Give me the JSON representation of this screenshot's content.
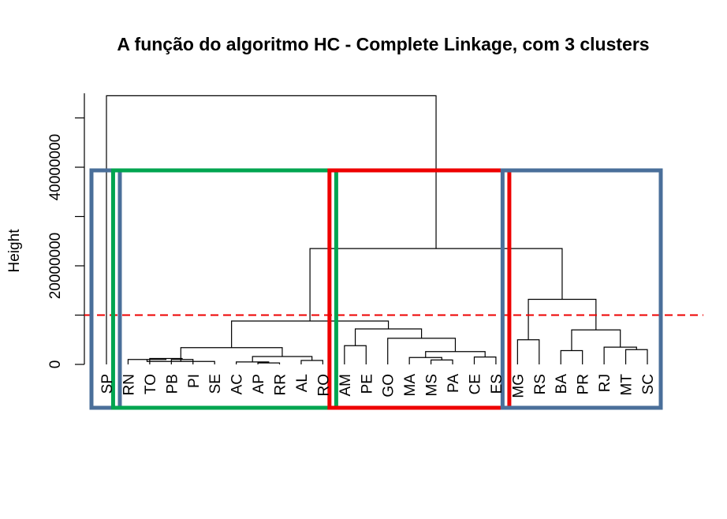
{
  "chart_data": {
    "type": "dendrogram",
    "title": "A função do algoritmo HC - Complete Linkage, com 3 clusters",
    "ylabel": "Height",
    "ylim": [
      0,
      55000000
    ],
    "yticks": [
      0,
      20000000,
      40000000
    ],
    "ytick_labels": [
      "0",
      "20000000",
      "40000000"
    ],
    "leaves": [
      "SP",
      "RN",
      "TO",
      "PB",
      "PI",
      "SE",
      "AC",
      "AP",
      "RR",
      "AL",
      "RO",
      "AM",
      "PE",
      "GO",
      "MA",
      "MS",
      "PA",
      "CE",
      "ES",
      "MG",
      "RS",
      "BA",
      "PR",
      "RJ",
      "MT",
      "SC"
    ],
    "merges": [
      {
        "id": "m1",
        "left": "PB",
        "right": "PI",
        "height": 1000000
      },
      {
        "id": "m2",
        "left": "AP",
        "right": "RR",
        "height": 300000
      },
      {
        "id": "m3",
        "left": "AC",
        "right": "m2",
        "height": 500000
      },
      {
        "id": "m4",
        "left": "MS",
        "right": "PA",
        "height": 900000
      },
      {
        "id": "m5",
        "left": "TO",
        "right": "m1",
        "height": 1200000
      },
      {
        "id": "m6",
        "left": "MT",
        "right": "SC",
        "height": 3000000
      },
      {
        "id": "m7",
        "left": "RN",
        "right": "m5",
        "height": 1000000
      },
      {
        "id": "m8",
        "left": "m7",
        "right": "SE",
        "height": 600000
      },
      {
        "id": "m9",
        "left": "AL",
        "right": "RO",
        "height": 800000
      },
      {
        "id": "m10",
        "left": "CE",
        "right": "ES",
        "height": 1500000
      },
      {
        "id": "m11",
        "left": "m3",
        "right": "m9",
        "height": 1600000
      },
      {
        "id": "m12",
        "left": "RJ",
        "right": "m6",
        "height": 3500000
      },
      {
        "id": "m13",
        "left": "BA",
        "right": "PR",
        "height": 2800000
      },
      {
        "id": "m14",
        "left": "MA",
        "right": "m4",
        "height": 1400000
      },
      {
        "id": "m15",
        "left": "m14",
        "right": "m10",
        "height": 2600000
      },
      {
        "id": "m16",
        "left": "m11",
        "right": "m8",
        "height": 3400000
      },
      {
        "id": "m17",
        "left": "MG",
        "right": "RS",
        "height": 5000000
      },
      {
        "id": "m18",
        "left": "AM",
        "right": "PE",
        "height": 3800000
      },
      {
        "id": "m19",
        "left": "GO",
        "right": "m15",
        "height": 5300000
      },
      {
        "id": "m20",
        "left": "m13",
        "right": "m12",
        "height": 7000000
      },
      {
        "id": "m21",
        "left": "m18",
        "right": "m19",
        "height": 7200000
      },
      {
        "id": "m22",
        "left": "m16",
        "right": "m21",
        "height": 8800000
      },
      {
        "id": "m23",
        "left": "m17",
        "right": "m20",
        "height": 13200000
      },
      {
        "id": "m24",
        "left": "m22",
        "right": "m23",
        "height": 23500000
      },
      {
        "id": "m25",
        "left": "SP",
        "right": "m24",
        "height": 54500000
      }
    ],
    "cut_height": 10000000,
    "clusters": [
      {
        "leaves": [
          "SP"
        ],
        "color": "#4a6f9a"
      },
      {
        "leaves": [
          "RN",
          "TO",
          "PB",
          "PI",
          "SE",
          "AC",
          "AP",
          "RR",
          "AL",
          "RO"
        ],
        "color": "#00a550"
      },
      {
        "leaves": [
          "AM",
          "PE",
          "GO",
          "MA",
          "MS",
          "PA",
          "CE",
          "ES"
        ],
        "color": "#ee0000"
      },
      {
        "leaves": [
          "MG",
          "RS",
          "BA",
          "PR",
          "RJ",
          "MT",
          "SC"
        ],
        "color": "#4a6f9a"
      }
    ],
    "cut_line_color": "#ee0000"
  }
}
